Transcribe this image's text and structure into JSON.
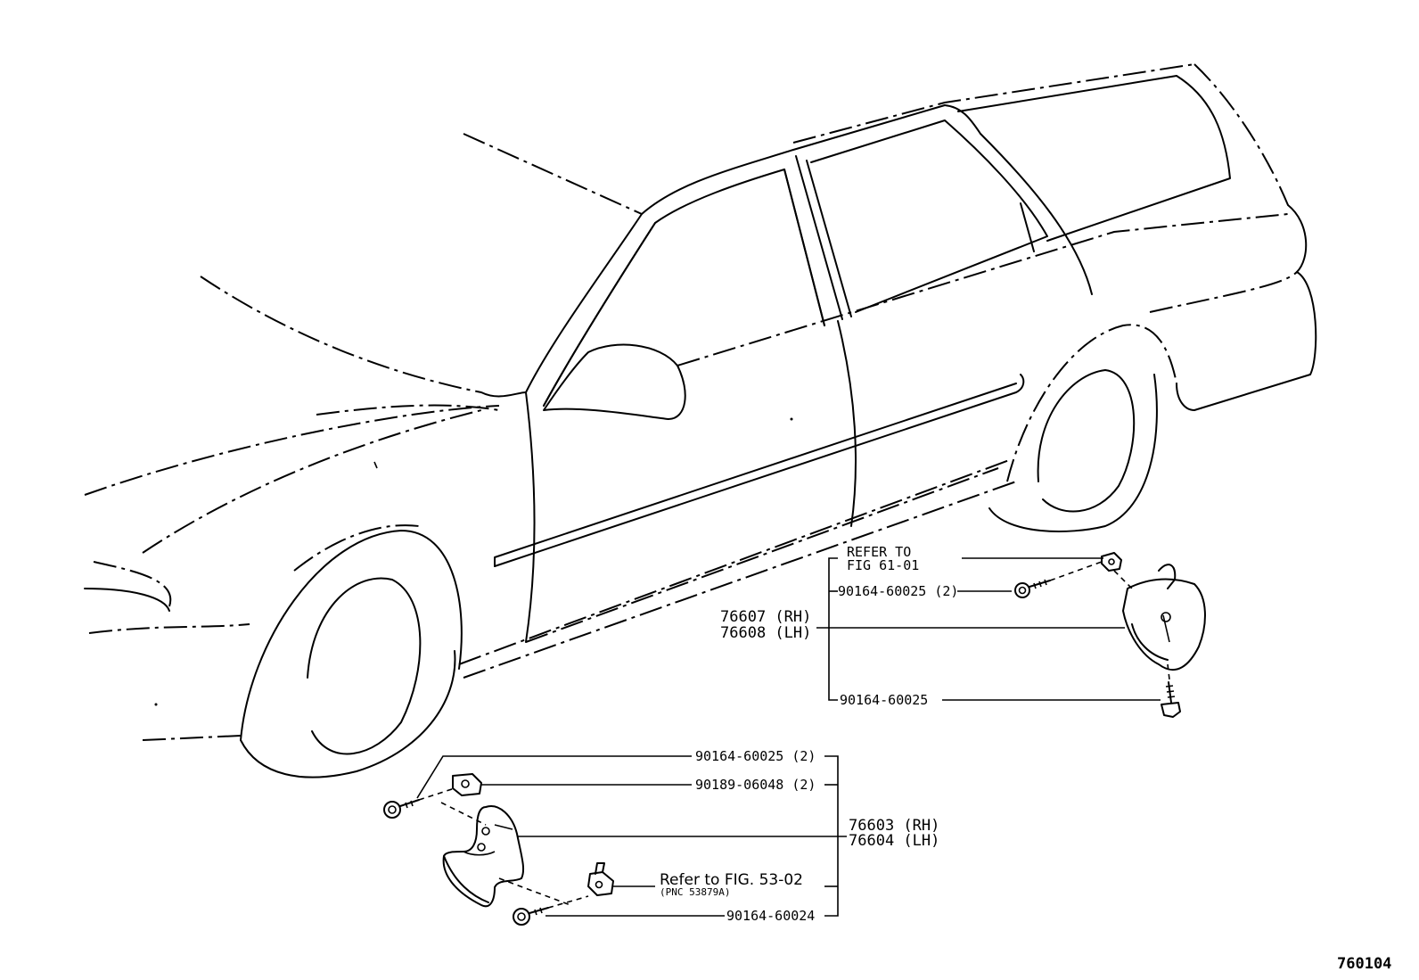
{
  "rear": {
    "refer_line1": "REFER TO",
    "refer_line2": "FIG 61-01",
    "screw_top": "90164-60025 (2)",
    "part_rh": "76607 (RH)",
    "part_lh": "76608 (LH)",
    "screw_bottom": "90164-60025"
  },
  "front": {
    "screw_top": "90164-60025 (2)",
    "clip": "90189-06048 (2)",
    "part_rh": "76603 (RH)",
    "part_lh": "76604 (LH)",
    "refer": "Refer to FIG. 53-02",
    "refer_pnc": "(PNC 53879A)",
    "screw_bottom": "90164-60024"
  },
  "figure_number": "760104"
}
